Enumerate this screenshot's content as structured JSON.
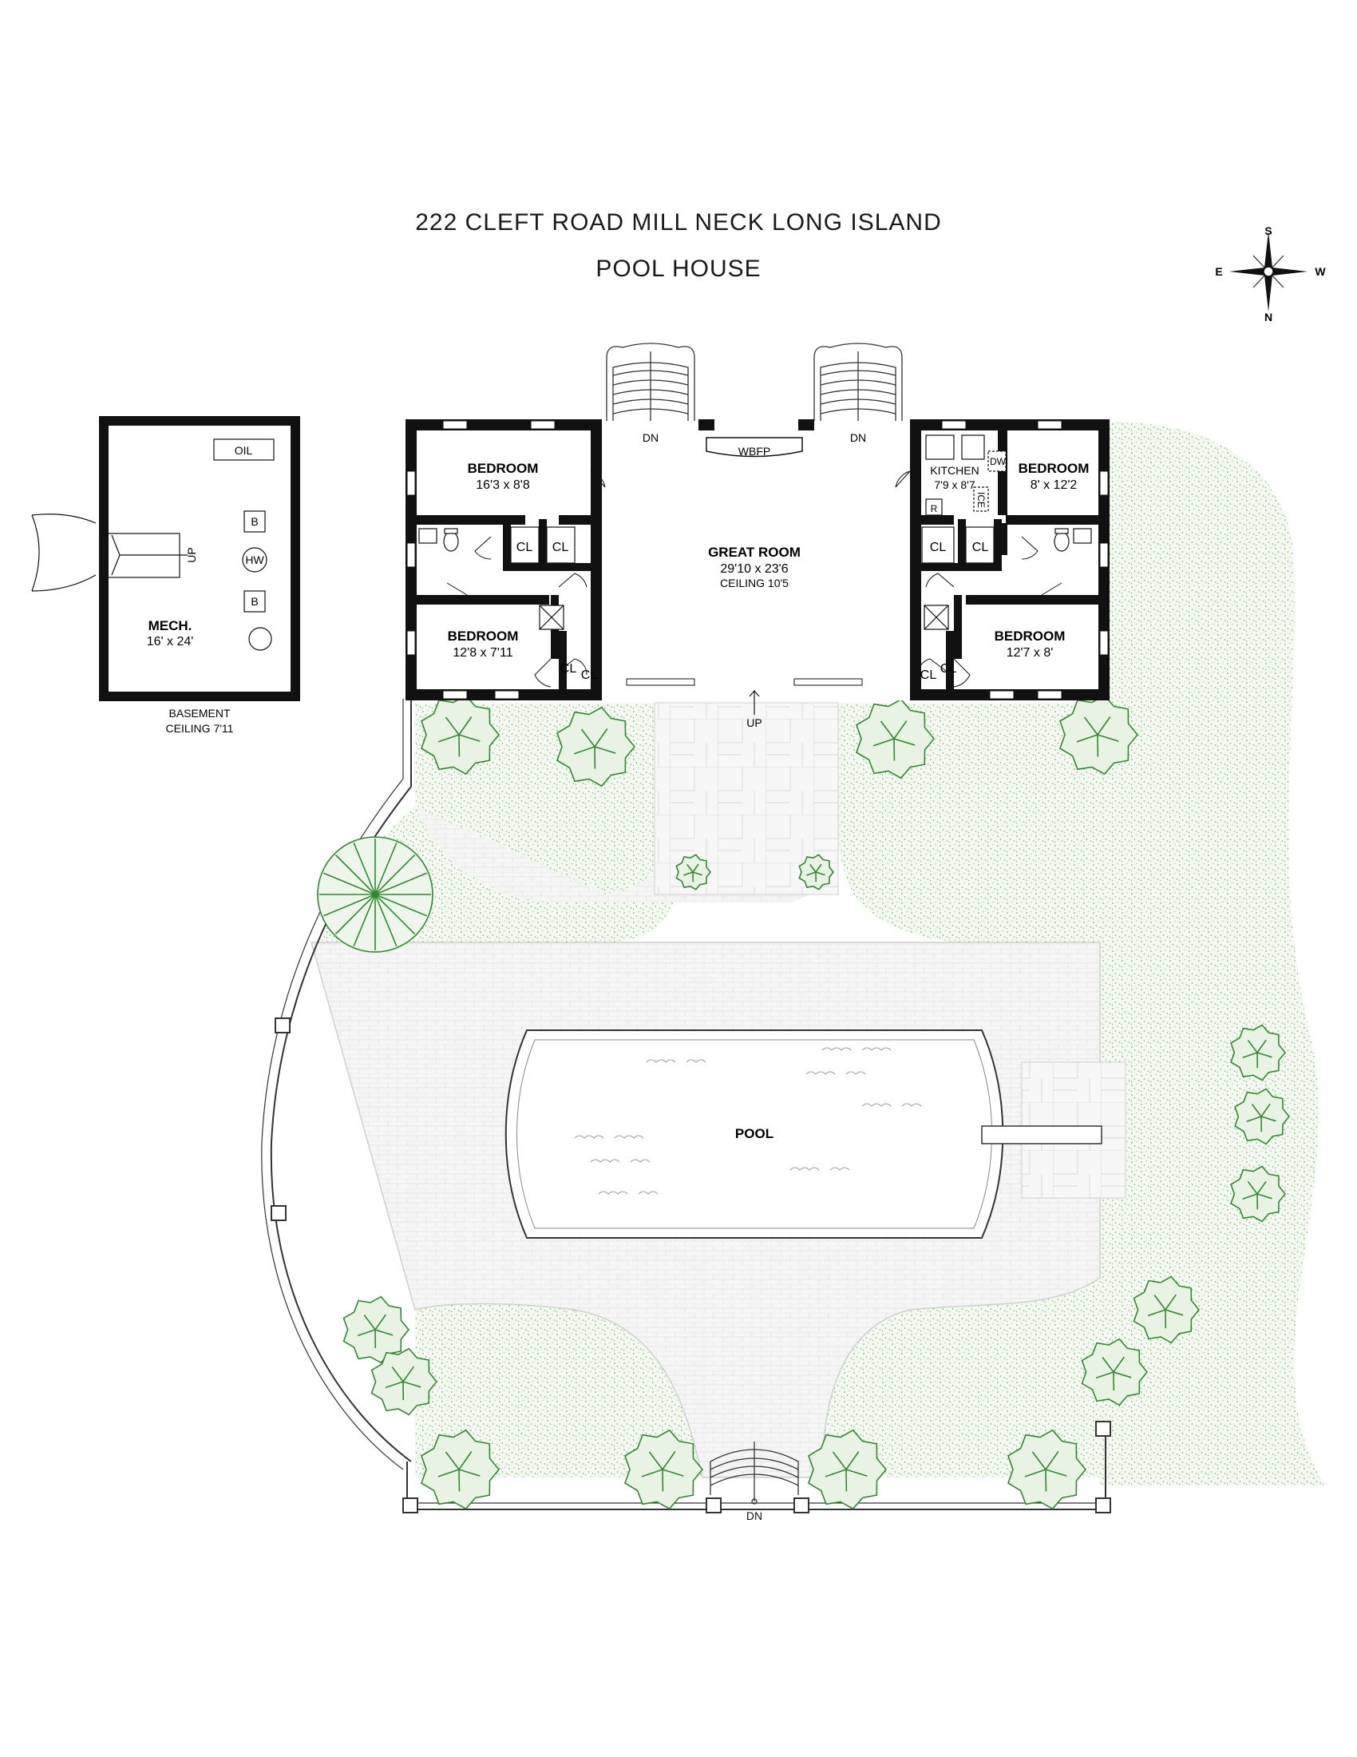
{
  "title": "222 CLEFT ROAD MILL NECK LONG ISLAND",
  "subtitle": "POOL HOUSE",
  "compass": {
    "s": "S",
    "e": "E",
    "w": "W",
    "n": "N"
  },
  "mech": {
    "name": "MECH.",
    "dims": "16' x 24'",
    "oil": "OIL",
    "b1": "B",
    "hw": "HW",
    "b2": "B",
    "up": "UP"
  },
  "basement": {
    "label": "BASEMENT",
    "ceiling": "CEILING 7'11"
  },
  "rooms": {
    "bed_nw": {
      "name": "BEDROOM",
      "dims": "16'3 x 8'8"
    },
    "bed_sw": {
      "name": "BEDROOM",
      "dims": "12'8 x 7'11"
    },
    "great": {
      "name": "GREAT ROOM",
      "dims": "29'10 x 23'6",
      "ceiling": "CEILING 10'5"
    },
    "kitchen": {
      "name": "KITCHEN",
      "dims": "7'9 x 8'7"
    },
    "bed_ne": {
      "name": "BEDROOM",
      "dims": "8' x 12'2"
    },
    "bed_se": {
      "name": "BEDROOM",
      "dims": "12'7 x 8'"
    }
  },
  "labels": {
    "cl": "CL",
    "wbfp": "WBFP",
    "dn": "DN",
    "up": "UP",
    "dw": "DW",
    "r": "R",
    "ice": "ICE",
    "pool": "POOL"
  },
  "colors": {
    "wall": "#111111",
    "grass": "#9cc98f",
    "tree": "#2f8a2f",
    "paving": "#f4f4f4"
  }
}
